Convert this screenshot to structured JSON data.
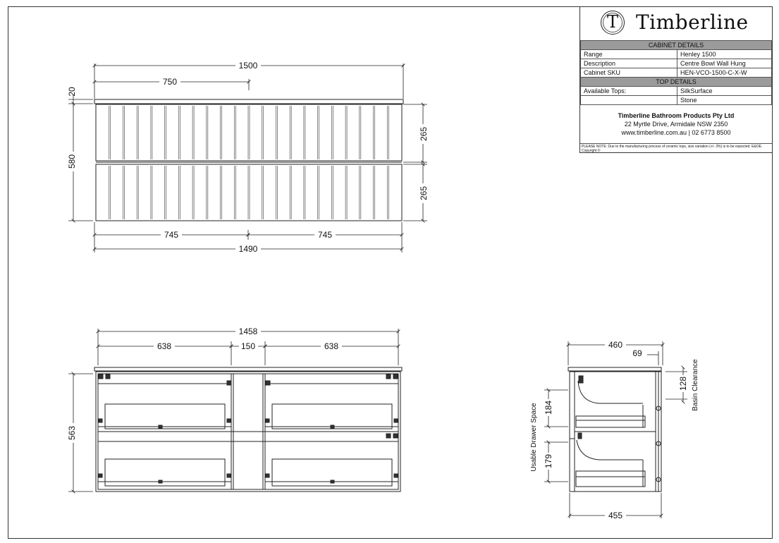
{
  "titleblock": {
    "logo_letter": "T",
    "brand": "Timberline",
    "cabinet_header": "CABINET DETAILS",
    "rows": [
      {
        "key": "Range",
        "value": "Henley 1500"
      },
      {
        "key": "Description",
        "value": "Centre Bowl Wall Hung"
      },
      {
        "key": "Cabinet SKU",
        "value": "HEN-VCO-1500-C-X-W"
      }
    ],
    "top_header": "TOP DETAILS",
    "tops_label": "Available Tops:",
    "tops": [
      "SilkSurface",
      "Stone"
    ],
    "company_name": "Timberline Bathroom Products Pty Ltd",
    "address": "22 Myrtle Drive, Armidale NSW 2350",
    "contact": "www.timberline.com.au  |  02 6773 8500",
    "note": "PLEASE NOTE: Due to the manufacturing process of ceramic tops, size variation (+/- 3%) is to be expected. E&OE. Copyright ©"
  },
  "front_view": {
    "overall_width": "1500",
    "half_width": "750",
    "top_thickness": "20",
    "overall_height": "580",
    "drawer_height_upper": "265",
    "drawer_height_lower": "265",
    "bottom_left": "745",
    "bottom_right": "745",
    "cabinet_width": "1490"
  },
  "internal_view": {
    "internal_width": "1458",
    "left_drawer": "638",
    "centre_gap": "150",
    "right_drawer": "638",
    "internal_height": "563"
  },
  "side_view": {
    "depth": "460",
    "offset": "69",
    "basin_clearance": "128",
    "basin_clearance_label": "Basin Clearance",
    "upper_drawer_space": "184",
    "lower_drawer_space": "179",
    "usable_label": "Usable Drawer Space",
    "base_depth": "455"
  }
}
